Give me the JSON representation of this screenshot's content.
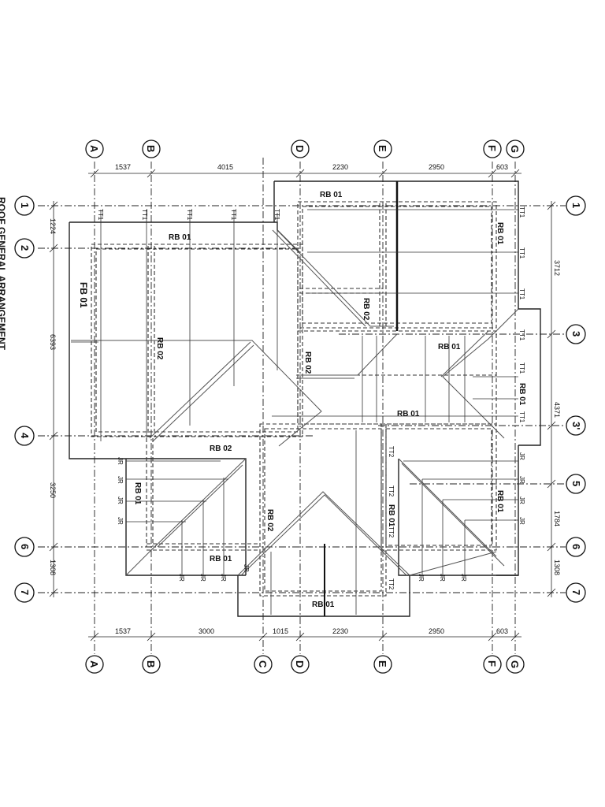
{
  "title": "ROOF GENERAL ARRANGEMENT",
  "grid_columns_top": [
    "A",
    "B",
    "D",
    "E",
    "F",
    "G"
  ],
  "grid_columns_bottom": [
    "A",
    "B",
    "C",
    "D",
    "E",
    "F",
    "G"
  ],
  "grid_rows_left": [
    "1",
    "2",
    "4",
    "6",
    "7"
  ],
  "grid_rows_right": [
    "1",
    "3",
    "3'",
    "5",
    "6",
    "7"
  ],
  "dims_top": [
    "1537",
    "4015",
    "2230",
    "2950",
    "603"
  ],
  "dims_bottom": [
    "1537",
    "3000",
    "1015",
    "2230",
    "2950",
    "603"
  ],
  "dims_left": [
    "1224",
    "6393",
    "3250",
    "1308"
  ],
  "dims_right": [
    "3712",
    "4371",
    "1784",
    "1308"
  ],
  "labels": {
    "rb01": "RB 01",
    "rb02": "RB 02",
    "fb01": "FB 01",
    "tt1": "TT1",
    "tt2": "TT2",
    "jr": "JR"
  }
}
